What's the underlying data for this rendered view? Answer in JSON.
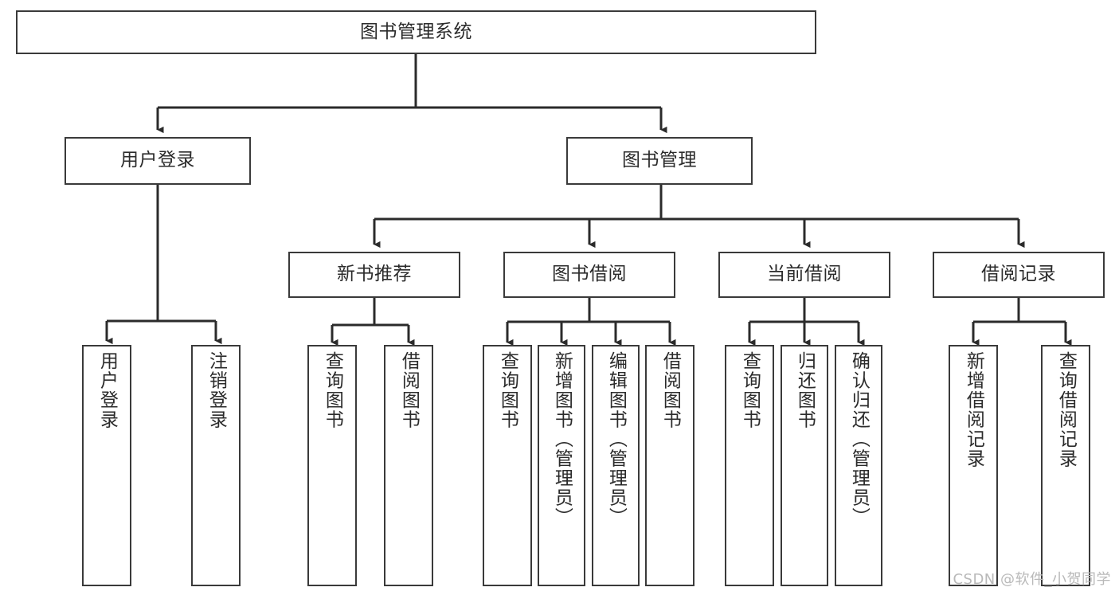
{
  "diagram": {
    "type": "tree",
    "title": "图书管理系统",
    "watermark": "CSDN @软件_小贺同学",
    "colors": {
      "box_border": "#3a3a3a",
      "box_fill": "#ffffff",
      "connector": "#2b2b2b",
      "text": "#2b2b2b",
      "watermark": "#b9b9b9"
    },
    "nodes": {
      "root": {
        "label": "图书管理系统",
        "level": 1,
        "orientation": "horizontal"
      },
      "l2": [
        {
          "id": "user-login",
          "label": "用户登录",
          "level": 2,
          "orientation": "horizontal"
        },
        {
          "id": "book-manage",
          "label": "图书管理",
          "level": 2,
          "orientation": "horizontal"
        }
      ],
      "l3": [
        {
          "id": "new-book-rec",
          "label": "新书推荐",
          "level": 3,
          "orientation": "horizontal",
          "parent": "book-manage"
        },
        {
          "id": "book-borrow",
          "label": "图书借阅",
          "level": 3,
          "orientation": "horizontal",
          "parent": "book-manage"
        },
        {
          "id": "current-borrow",
          "label": "当前借阅",
          "level": 3,
          "orientation": "horizontal",
          "parent": "book-manage"
        },
        {
          "id": "borrow-record",
          "label": "借阅记录",
          "level": 3,
          "orientation": "horizontal",
          "parent": "book-manage"
        }
      ],
      "leaves": [
        {
          "id": "leaf-user-login",
          "label": "用户登录",
          "parent": "user-login"
        },
        {
          "id": "leaf-logout-login",
          "label": "注销登录",
          "parent": "user-login"
        },
        {
          "id": "leaf-query-book-1",
          "label": "查询图书",
          "parent": "new-book-rec"
        },
        {
          "id": "leaf-borrow-book-1",
          "label": "借阅图书",
          "parent": "new-book-rec"
        },
        {
          "id": "leaf-query-book-2",
          "label": "查询图书",
          "parent": "book-borrow"
        },
        {
          "id": "leaf-add-book",
          "label": "新增图书（管理员）",
          "parent": "book-borrow"
        },
        {
          "id": "leaf-edit-book",
          "label": "编辑图书（管理员）",
          "parent": "book-borrow"
        },
        {
          "id": "leaf-borrow-book-2",
          "label": "借阅图书",
          "parent": "book-borrow"
        },
        {
          "id": "leaf-query-book-3",
          "label": "查询图书",
          "parent": "current-borrow"
        },
        {
          "id": "leaf-return-book",
          "label": "归还图书",
          "parent": "current-borrow"
        },
        {
          "id": "leaf-confirm-return",
          "label": "确认归还（管理员）",
          "parent": "current-borrow"
        },
        {
          "id": "leaf-add-record",
          "label": "新增借阅记录",
          "parent": "borrow-record"
        },
        {
          "id": "leaf-query-record",
          "label": "查询借阅记录",
          "parent": "borrow-record"
        }
      ]
    }
  }
}
